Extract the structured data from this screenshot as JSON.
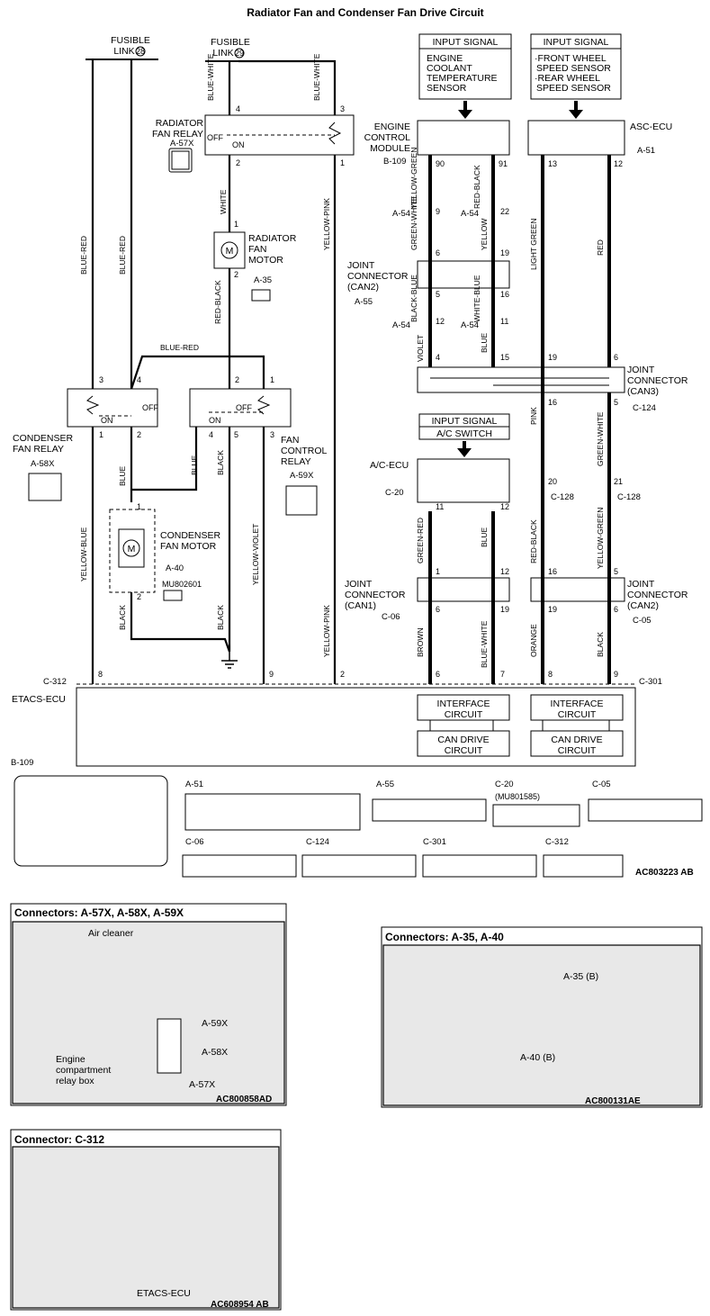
{
  "title": "Radiator Fan and Condenser Fan Drive Circuit",
  "fusible_links": [
    {
      "label": "FUSIBLE\nLINK",
      "number": "28"
    },
    {
      "label": "FUSIBLE\nLINK",
      "number": "29"
    }
  ],
  "input_signals": {
    "header": "INPUT SIGNAL",
    "ect": "ENGINE\nCOOLANT\nTEMPERATURE\nSENSOR",
    "wheel_speed": "·FRONT WHEEL\n SPEED SENSOR\n·REAR WHEEL\n SPEED SENSOR",
    "ac_header": "INPUT SIGNAL\nA/C SWITCH"
  },
  "components": {
    "radiator_fan_relay": "RADIATOR\nFAN RELAY",
    "radiator_fan_motor": "RADIATOR\nFAN\nMOTOR",
    "condenser_fan_relay": "CONDENSER\nFAN RELAY",
    "condenser_fan_motor": "CONDENSER\nFAN MOTOR",
    "fan_control_relay": "FAN\nCONTROL\nRELAY",
    "engine_control_module": "ENGINE\nCONTROL\nMODULE",
    "asc_ecu": "ASC-ECU",
    "ac_ecu": "A/C-ECU",
    "etacs_ecu": "ETACS-ECU",
    "joint_can2_top": "JOINT\nCONNECTOR\n(CAN2)",
    "joint_can3": "JOINT\nCONNECTOR\n(CAN3)",
    "joint_can1": "JOINT\nCONNECTOR\n(CAN1)",
    "joint_can2_bottom": "JOINT\nCONNECTOR\n(CAN2)",
    "interface_circuit": "INTERFACE\nCIRCUIT",
    "can_drive_circuit": "CAN DRIVE\nCIRCUIT"
  },
  "relay_states": {
    "off": "OFF",
    "on": "ON"
  },
  "connector_tags": [
    "A-57X",
    "A-35",
    "A-58X",
    "A-40",
    "A-59X",
    "B-109",
    "A-51",
    "A-54",
    "A-55",
    "C-124",
    "C-20",
    "C-128",
    "C-06",
    "C-05",
    "C-312",
    "C-301",
    "MU802601",
    "MU801585"
  ],
  "wire_colors": [
    "BLUE-WHITE",
    "WHITE",
    "RED-BLACK",
    "YELLOW-PINK",
    "BLUE-RED",
    "BLUE",
    "BLACK",
    "YELLOW-BLUE",
    "YELLOW-VIOLET",
    "YELLOW-GREEN",
    "RED-BLACK",
    "GREEN-WHITE",
    "YELLOW",
    "BLACK-BLUE",
    "WHITE-BLUE",
    "VIOLET",
    "LIGHT GREEN",
    "RED",
    "PINK",
    "GREEN-WHITE",
    "GREEN-RED",
    "RED-BLACK",
    "YELLOW-GREEN",
    "BROWN",
    "BLUE-WHITE",
    "ORANGE",
    "BLACK"
  ],
  "pins": [
    "4",
    "3",
    "2",
    "1",
    "1",
    "2",
    "3",
    "4",
    "2",
    "1",
    "1",
    "2",
    "4",
    "5",
    "3",
    "1",
    "2",
    "90",
    "91",
    "9",
    "22",
    "6",
    "19",
    "5",
    "16",
    "12",
    "11",
    "4",
    "15",
    "13",
    "12",
    "19",
    "6",
    "16",
    "5",
    "20",
    "21",
    "11",
    "12",
    "1",
    "12",
    "6",
    "19",
    "16",
    "5",
    "19",
    "6",
    "6",
    "7",
    "8",
    "9",
    "8",
    "9",
    "2"
  ],
  "figure_codes": {
    "wiring": "AC803223 AB",
    "relay_box": "AC800858AD",
    "motors": "AC800131AE",
    "etacs": "AC608954 AB"
  },
  "photos": {
    "relay_box": {
      "title": "Connectors: A-57X, A-58X, A-59X",
      "air_cleaner": "Air cleaner",
      "box_label": "Engine\ncompartment\nrelay box",
      "callouts": [
        "A-59X",
        "A-58X",
        "A-57X"
      ]
    },
    "motors": {
      "title": "Connectors: A-35, A-40",
      "callouts": [
        "A-35 (B)",
        "A-40 (B)"
      ]
    },
    "etacs": {
      "title": "Connector: C-312",
      "label": "ETACS-ECU"
    }
  }
}
